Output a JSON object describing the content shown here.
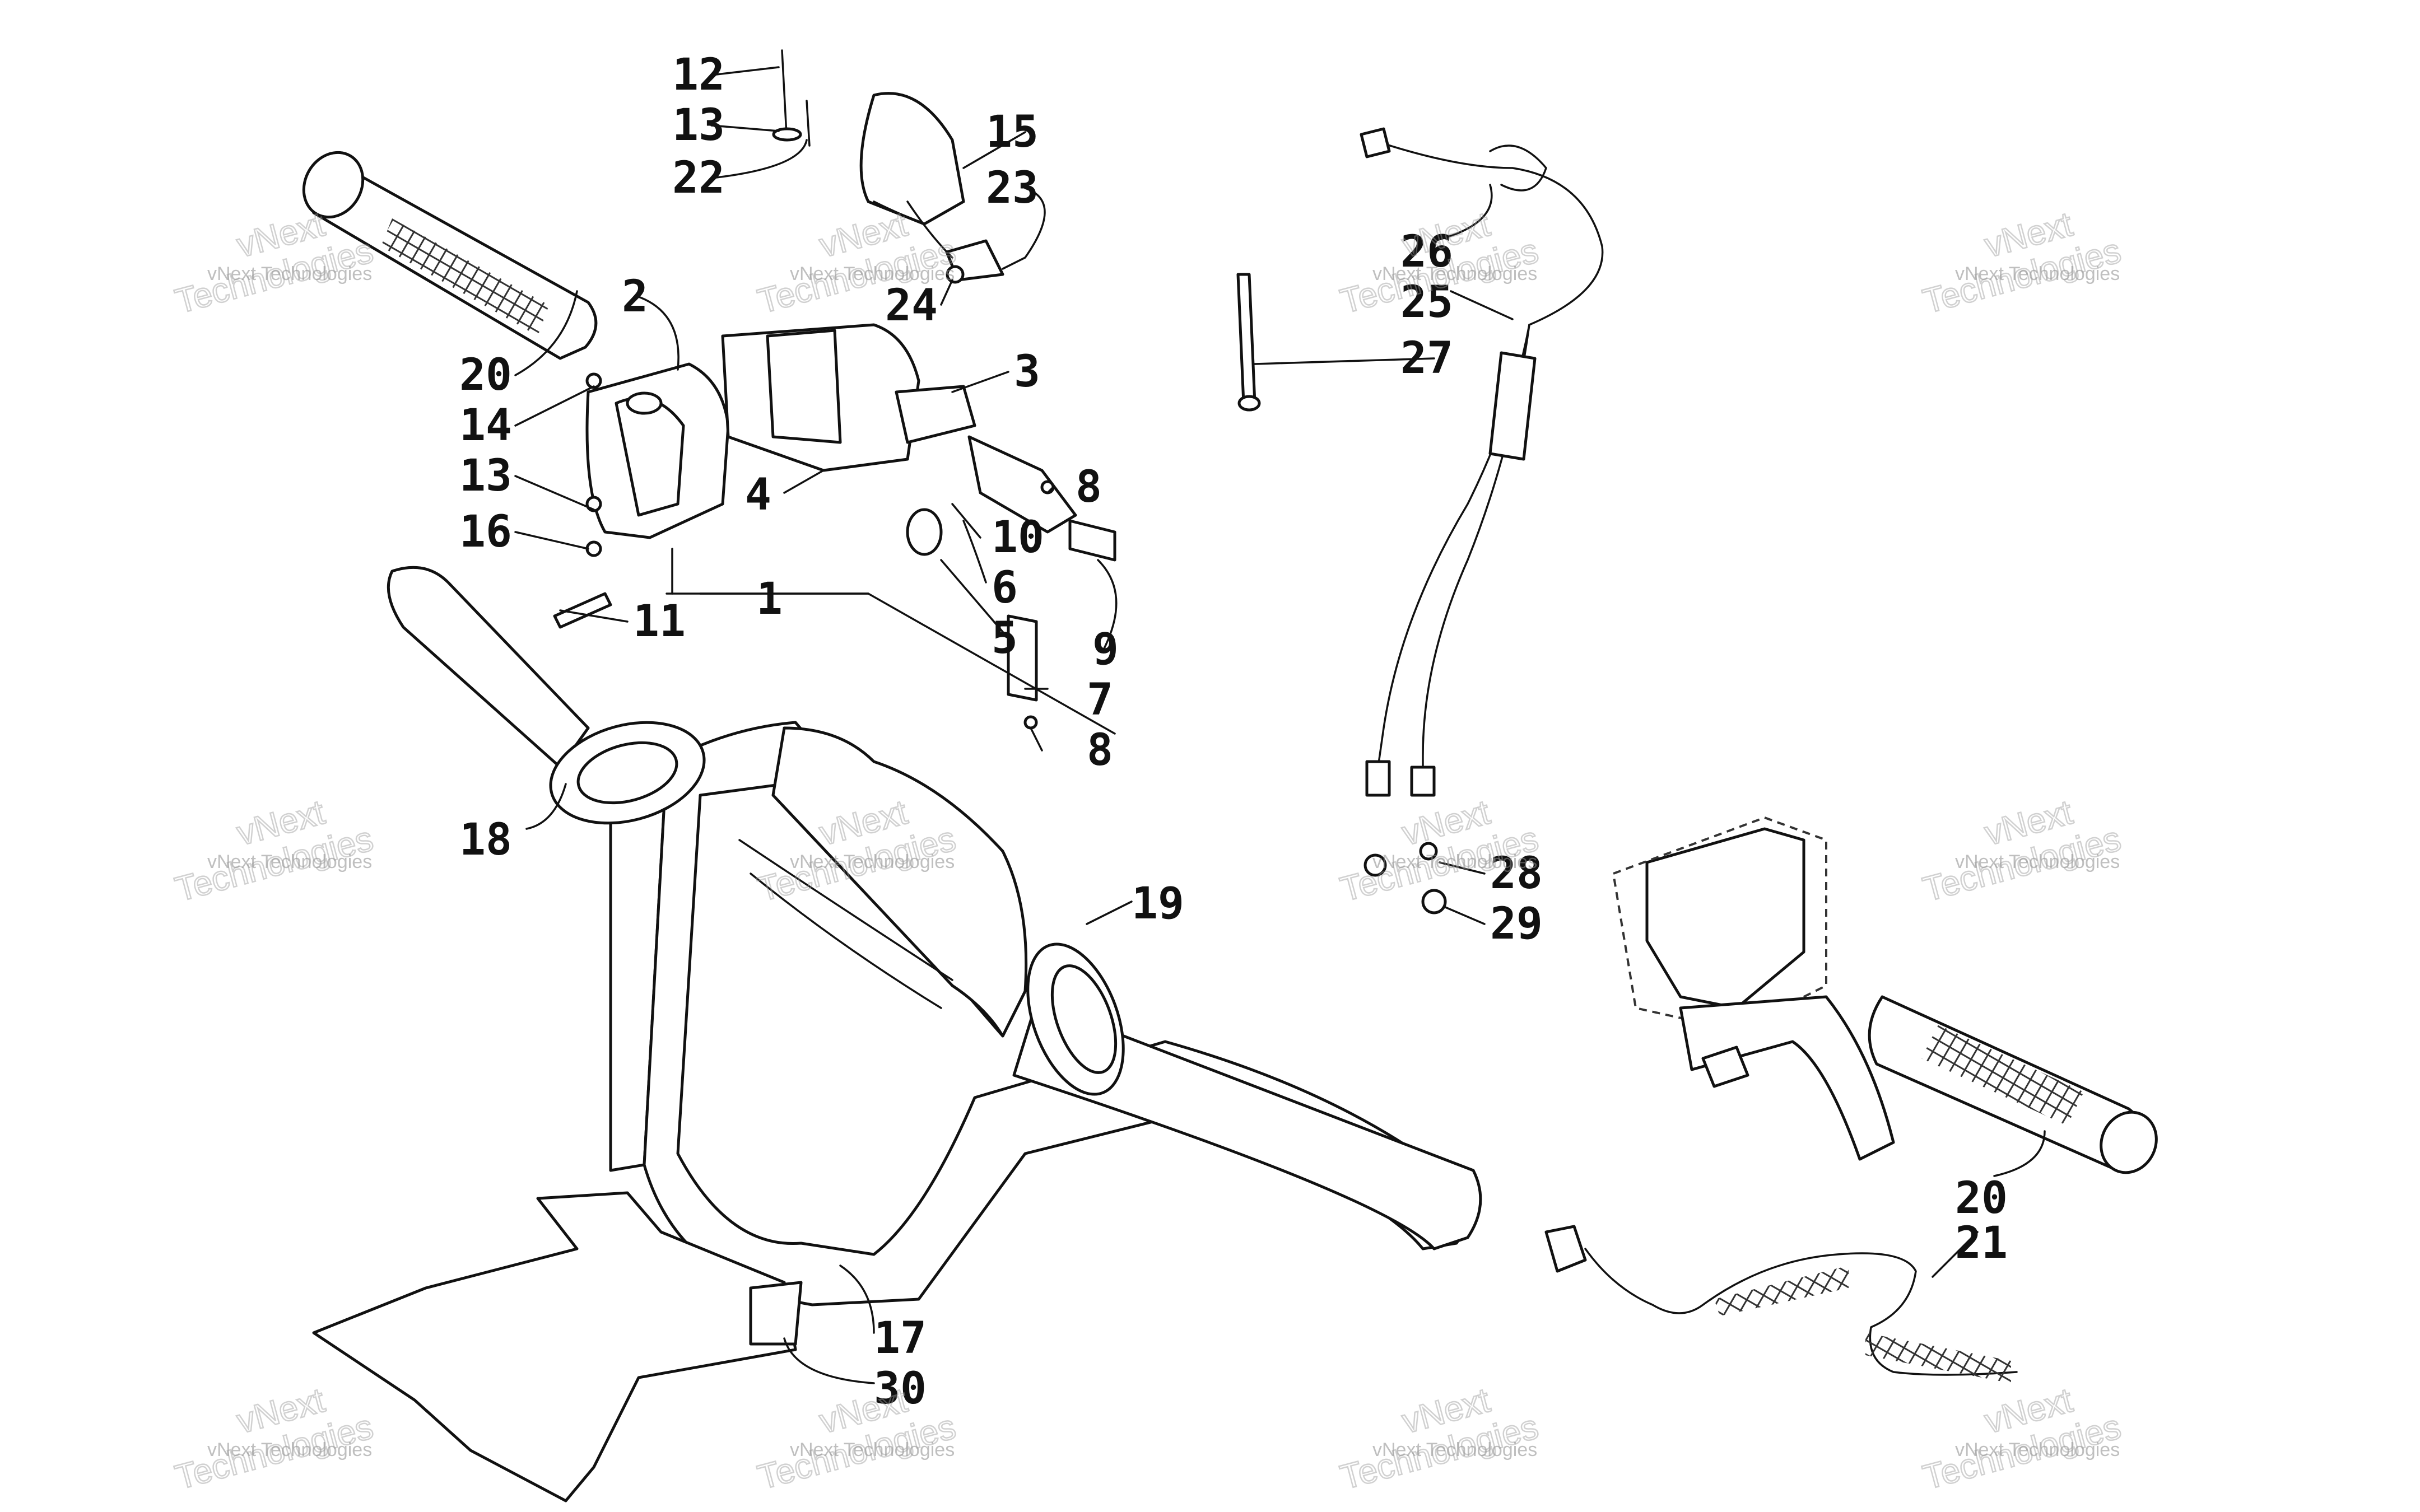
{
  "diagram": {
    "callouts": [
      "12",
      "13",
      "22",
      "15",
      "23",
      "24",
      "2",
      "3",
      "4",
      "20",
      "14",
      "13",
      "16",
      "11",
      "1",
      "8",
      "10",
      "6",
      "5",
      "9",
      "7",
      "8",
      "26",
      "25",
      "27",
      "28",
      "29",
      "18",
      "19",
      "20",
      "21",
      "17",
      "30"
    ],
    "watermark_line1": "vNext Technologies",
    "watermark_line2": "vNext",
    "watermark_line3": "Technologies"
  }
}
